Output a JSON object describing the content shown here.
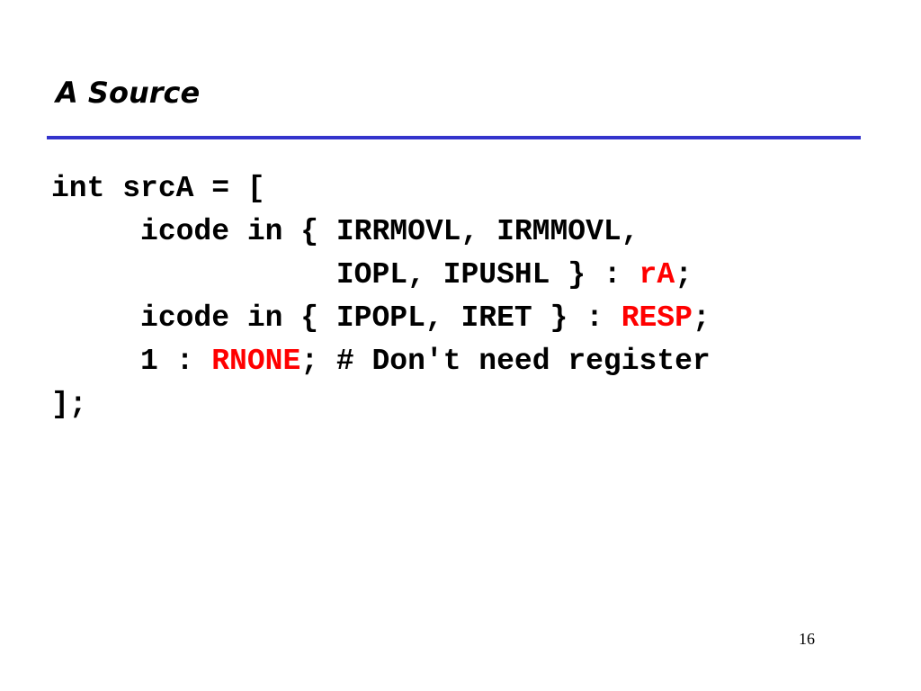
{
  "slide": {
    "title": "A Source",
    "page_number": "16",
    "accent_color": "#3333cc",
    "highlight_color": "#ff0000"
  },
  "code": {
    "line1": "int srcA = [",
    "line2": "     icode in { IRRMOVL, IRMMOVL,",
    "line3_pre": "                IOPL, IPUSHL } : ",
    "line3_reg": "rA",
    "line3_post": ";",
    "line4_pre": "     icode in { IPOPL, IRET } : ",
    "line4_reg": "RESP",
    "line4_post": ";",
    "line5_pre": "     1 : ",
    "line5_reg": "RNONE",
    "line5_post": "; # Don't need register",
    "line6": "];"
  }
}
